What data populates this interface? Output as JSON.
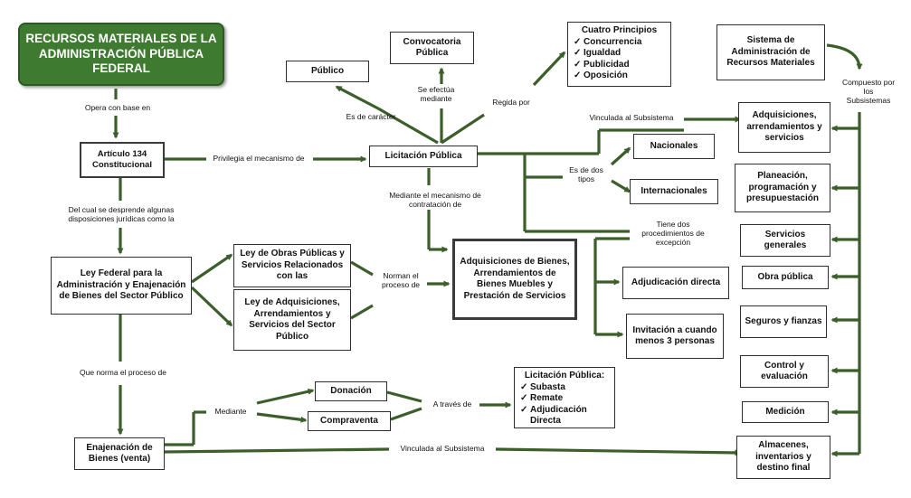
{
  "title": "RECURSOS MATERIALES DE LA ADMINISTRACIÓN PÚBLICA FEDERAL",
  "nodes": {
    "articulo": "Artículo 134 Constitucional",
    "ley_federal": "Ley Federal para la Administración y Enajenación de Bienes del Sector Público",
    "enajenacion": "Enajenación de Bienes (venta)",
    "donacion": "Donación",
    "compraventa": "Compraventa",
    "ley_obras": "Ley de Obras Públicas y Servicios Relacionados con las",
    "ley_adquisiciones": "Ley de Adquisiciones, Arrendamientos y Servicios del Sector Público",
    "adq_bienes": "Adquisiciones de Bienes, Arrendamientos de Bienes Muebles y Prestación de Servicios",
    "licitacion": "Licitación Pública",
    "publico": "Público",
    "convocatoria": "Convocatoria Pública",
    "nacionales": "Nacionales",
    "internacionales": "Internacionales",
    "adjudicacion_directa": "Adjudicación directa",
    "invitacion": "Invitación a cuando menos 3 personas",
    "sistema": "Sistema de Administración de Recursos Materiales"
  },
  "principios": {
    "head": "Cuatro Principios",
    "items": [
      "Concurrencia",
      "Igualdad",
      "Publicidad",
      "Oposición"
    ]
  },
  "licitacion_list": {
    "head": "Licitación Pública:",
    "items": [
      "Subasta",
      "Remate",
      "Adjudicación Directa"
    ]
  },
  "checkmark": "✓",
  "subsistemas": [
    "Adquisiciones, arrendamientos y servicios",
    "Planeación, programación y presupuestación",
    "Servicios generales",
    "Obra pública",
    "Seguros y fianzas",
    "Control y evaluación",
    "Medición",
    "Almacenes, inventarios y destino final"
  ],
  "labels": {
    "opera": "Opera con base en",
    "privilegia": "Privilegia el mecanismo de",
    "del_cual": "Del cual se desprende algunas disposiciones jurídicas como la",
    "que_norma": "Que norma el proceso  de",
    "mediante": "Mediante",
    "a_traves": "A través de",
    "vinculada_bottom": "Vinculada al Subsistema",
    "norman": "Norman el proceso de",
    "mediante_mecanismo": "Mediante el mecanismo de contratación de",
    "es_caracter": "Es de carácter",
    "se_efectua": "Se efectúa mediante",
    "regida": "Regida por",
    "vinculada_top": "Vinculada al Subsistema",
    "es_de_dos": "Es  de dos tipos",
    "tiene_dos": "Tiene dos procedimientos de excepción",
    "compuesto": "Compuesto por los Subsistemas"
  }
}
